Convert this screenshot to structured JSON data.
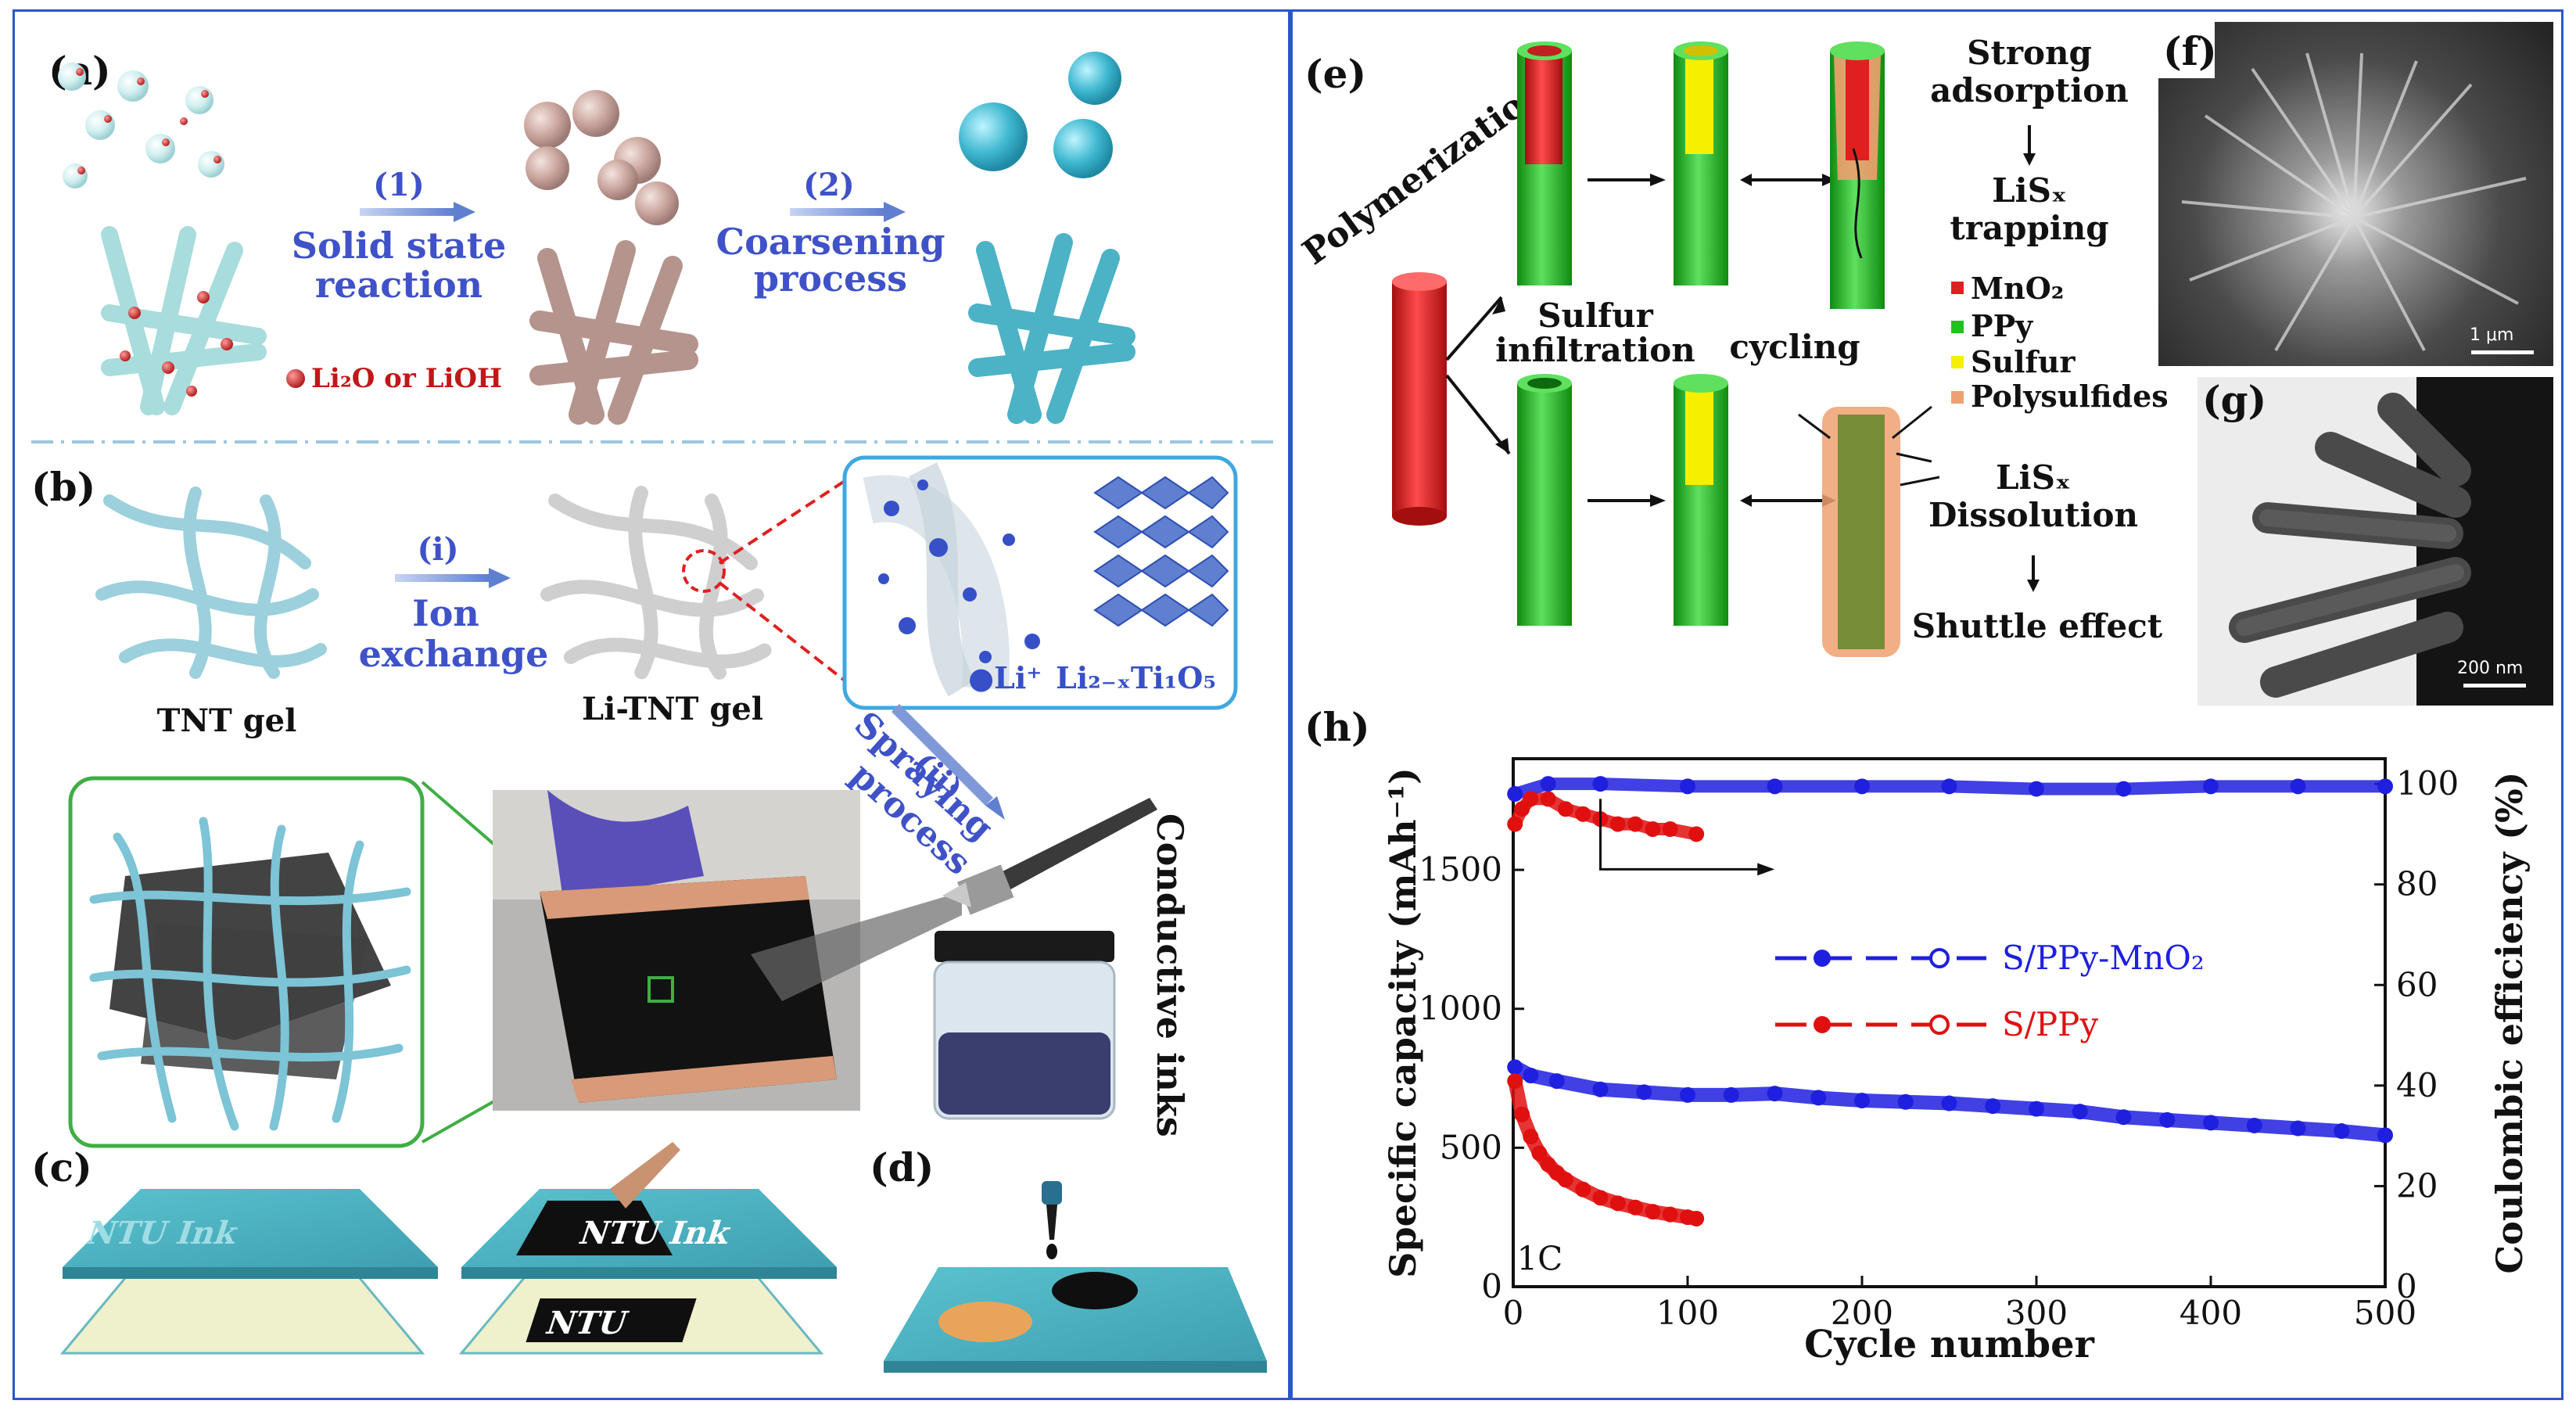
{
  "left": {
    "label_a": "(a)",
    "label_b": "(b)",
    "label_c": "(c)",
    "label_d": "(d)",
    "step1": "(1)",
    "step1_line1": "Solid state",
    "step1_line2": "reaction",
    "step2": "(2)",
    "step2_line1": "Coarsening",
    "step2_line2": "process",
    "li2o_label": "Li₂O or LiOH",
    "stepi": "(i)",
    "stepi_line1": "Ion",
    "stepi_line2": "exchange",
    "tnt_gel": "TNT gel",
    "li_tnt_gel": "Li-TNT gel",
    "li_plus": "●Li⁺",
    "li_formula": "Li₂₋ₓTi₁O₅",
    "stepii": "(ii)",
    "spraying_line1": "Spraying",
    "spraying_line2": "process",
    "conductive_inks": "Conductive inks",
    "ntu_ink": "NTU Ink",
    "ntu_ink2": "NTU Ink",
    "ntu": "NTU"
  },
  "right": {
    "label_e": "(e)",
    "label_f": "(f)",
    "label_g": "(g)",
    "label_h": "(h)",
    "polymerization": "Polymerization",
    "sulfur_line1": "Sulfur",
    "sulfur_line2": "infiltration",
    "cycling": "cycling",
    "strong_line1": "Strong",
    "strong_line2": "adsorption",
    "lisx_trap_line1": "LiSₓ",
    "lisx_trap_line2": "trapping",
    "legend_mno2": "MnO₂",
    "legend_ppy": "PPy",
    "legend_sulfur": "Sulfur",
    "legend_poly": "Polysulfides",
    "lisx_dis_line1": "LiSₓ",
    "lisx_dis_line2": "Dissolution",
    "shuttle": "Shuttle effect",
    "scale_f": "1 μm",
    "scale_g": "200 nm",
    "colors": {
      "mno2": "#e02020",
      "ppy": "#22c022",
      "sulfur": "#f4f000",
      "poly": "#f0a070"
    }
  },
  "chart_data": {
    "type": "scatter",
    "title": "",
    "xlabel": "Cycle number",
    "ylabel": "Specific capacity (mAh⁻¹)",
    "y2label": "Coulombic efficiency (%)",
    "xlim": [
      0,
      500
    ],
    "ylim": [
      0,
      1900
    ],
    "y2lim": [
      0,
      105
    ],
    "xticks": [
      0,
      100,
      200,
      300,
      400,
      500
    ],
    "yticks": [
      0,
      500,
      1000,
      1500
    ],
    "y2ticks": [
      0,
      20,
      40,
      60,
      80,
      100
    ],
    "annotation": "1C",
    "series": [
      {
        "name": "S/PPy-MnO₂",
        "color": "#1f1fe0",
        "axis": "left",
        "kind": "capacity",
        "x": [
          1,
          10,
          25,
          50,
          75,
          100,
          125,
          150,
          175,
          200,
          225,
          250,
          275,
          300,
          325,
          350,
          375,
          400,
          425,
          450,
          475,
          500
        ],
        "y": [
          790,
          760,
          740,
          710,
          700,
          690,
          690,
          695,
          680,
          670,
          665,
          660,
          650,
          640,
          630,
          610,
          600,
          590,
          580,
          570,
          560,
          545
        ]
      },
      {
        "name": "S/PPy",
        "color": "#e01010",
        "axis": "left",
        "kind": "capacity",
        "x": [
          1,
          5,
          10,
          15,
          20,
          25,
          30,
          40,
          50,
          60,
          70,
          80,
          90,
          100,
          105
        ],
        "y": [
          740,
          620,
          540,
          480,
          440,
          410,
          385,
          350,
          320,
          300,
          285,
          270,
          260,
          250,
          245
        ]
      },
      {
        "name": "S/PPy-MnO₂ CE",
        "color": "#1f1fe0",
        "axis": "right",
        "kind": "efficiency",
        "x": [
          1,
          20,
          50,
          100,
          150,
          200,
          250,
          300,
          350,
          400,
          450,
          500
        ],
        "y": [
          98,
          100,
          100,
          99.5,
          99.5,
          99.5,
          99.5,
          99,
          99,
          99.5,
          99.5,
          99.5
        ]
      },
      {
        "name": "S/PPy CE",
        "color": "#e01010",
        "axis": "right",
        "kind": "efficiency",
        "x": [
          1,
          5,
          10,
          20,
          30,
          40,
          50,
          60,
          70,
          80,
          90,
          105
        ],
        "y": [
          92,
          95,
          97,
          97,
          95,
          94,
          93,
          92,
          92,
          91,
          91,
          90
        ]
      }
    ],
    "legend": [
      {
        "label": "S/PPy-MnO₂",
        "color": "#1f1fe0"
      },
      {
        "label": "S/PPy",
        "color": "#e01010"
      }
    ],
    "legend_position": "center"
  }
}
